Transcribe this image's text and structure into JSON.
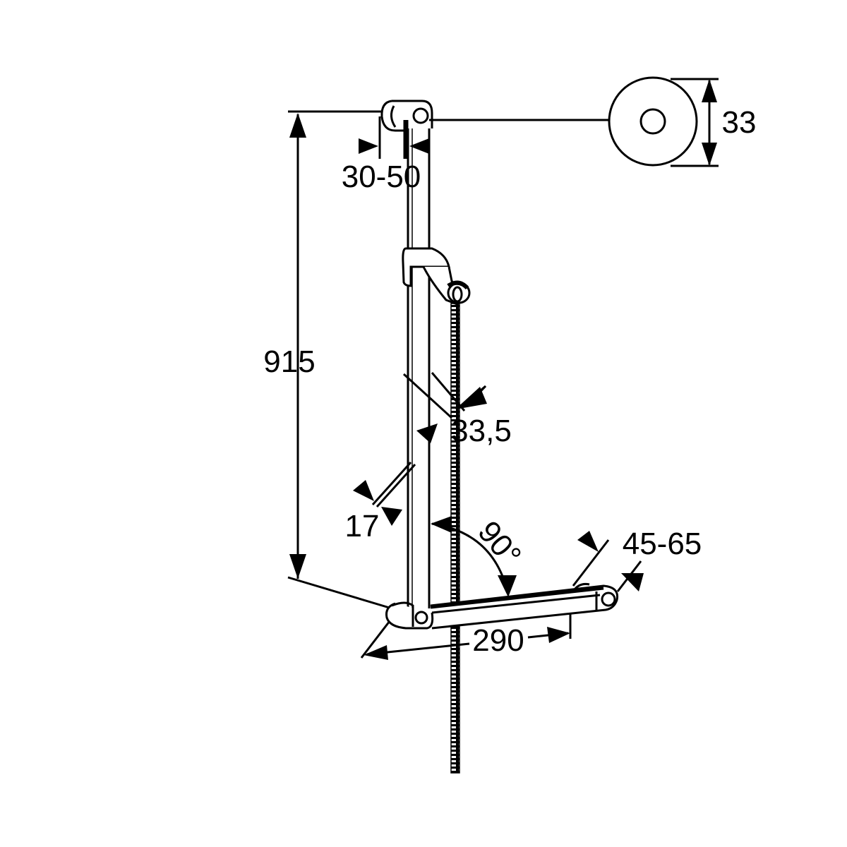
{
  "drawing": {
    "title": "Shower rail technical drawing",
    "colors": {
      "line": "#000000",
      "background": "#ffffff"
    },
    "dimensions": {
      "rail_height": "915",
      "wall_distance": "30-50",
      "rosette_diameter": "33",
      "rail_diameter": "33,5",
      "rail_width": "17",
      "angle": "90°",
      "shelf_length": "290",
      "shelf_depth": "45-65"
    }
  }
}
